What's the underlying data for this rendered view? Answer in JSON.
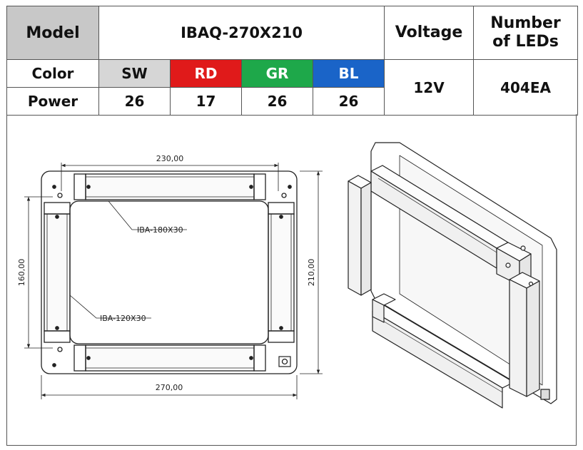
{
  "spec": {
    "model_label": "Model",
    "model_value": "IBAQ-270X210",
    "voltage_label": "Voltage",
    "voltage_value": "12V",
    "leds_label_line1": "Number",
    "leds_label_line2": "of LEDs",
    "leds_value": "404EA",
    "color_label": "Color",
    "power_label": "Power",
    "colors": [
      {
        "code": "SW",
        "power": "26",
        "bg": "#d6d6d6"
      },
      {
        "code": "RD",
        "power": "17",
        "bg": "#e01a1a"
      },
      {
        "code": "GR",
        "power": "26",
        "bg": "#1ea84a"
      },
      {
        "code": "BL",
        "power": "26",
        "bg": "#1a64c8"
      }
    ]
  },
  "drawing": {
    "dim_top": "230,00",
    "dim_bottom": "270,00",
    "dim_left": "160,00",
    "dim_right": "210,00",
    "callout_top": "IBA-180X30",
    "callout_left": "IBA-120X30"
  }
}
